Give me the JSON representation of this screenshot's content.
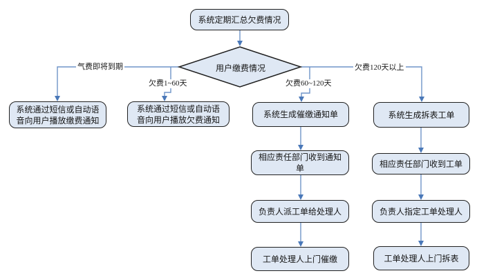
{
  "diagram": {
    "type": "flowchart",
    "language": "zh-CN",
    "colors": {
      "background": "#ffffff",
      "node_fill": "#dfe8f4",
      "node_border": "#1f1f1f",
      "connector_line": "#6e94c8",
      "arrowhead": "#4a78b8",
      "text": "#141414"
    },
    "nodes": {
      "start": "系统定期汇总欠费情况",
      "decision": "用户缴费情况",
      "notify_due": "系统通过短信或自动语音向用户播放缴费通知",
      "notify_arrears": "系统通过短信或自动语音向用户播放欠费通知",
      "gen_notice": "系统生成催缴通知单",
      "gen_removal": "系统生成拆表工单",
      "dept_notice": "相应责任部门收到通知单",
      "dept_order": "相应责任部门收到工单",
      "assign_collect": "负责人派工单给处理人",
      "assign_handler": "负责人指定工单处理人",
      "visit_collect": "工单处理人上门催缴",
      "visit_remove": "工单处理人上门拆表"
    },
    "branches": {
      "due_soon": "气费即将到期",
      "days_1_60": "欠费1~60天",
      "days_60_120": "欠费60~120天",
      "days_120_plus": "欠费120天以上"
    },
    "edges": [
      {
        "from": "start",
        "to": "decision"
      },
      {
        "from": "decision",
        "to": "notify_due",
        "label_key": "due_soon"
      },
      {
        "from": "decision",
        "to": "notify_arrears",
        "label_key": "days_1_60"
      },
      {
        "from": "decision",
        "to": "gen_notice",
        "label_key": "days_60_120"
      },
      {
        "from": "decision",
        "to": "gen_removal",
        "label_key": "days_120_plus"
      },
      {
        "from": "gen_notice",
        "to": "dept_notice"
      },
      {
        "from": "dept_notice",
        "to": "assign_collect"
      },
      {
        "from": "assign_collect",
        "to": "visit_collect"
      },
      {
        "from": "gen_removal",
        "to": "dept_order"
      },
      {
        "from": "dept_order",
        "to": "assign_handler"
      },
      {
        "from": "assign_handler",
        "to": "visit_remove"
      }
    ]
  }
}
